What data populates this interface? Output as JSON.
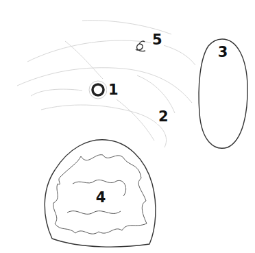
{
  "diagram": {
    "nodes": [
      {
        "text": [
          "3"
        ]
      },
      {
        "text": [
          "4"
        ]
      }
    ],
    "labels": [
      "5",
      "1",
      "2"
    ]
  }
}
